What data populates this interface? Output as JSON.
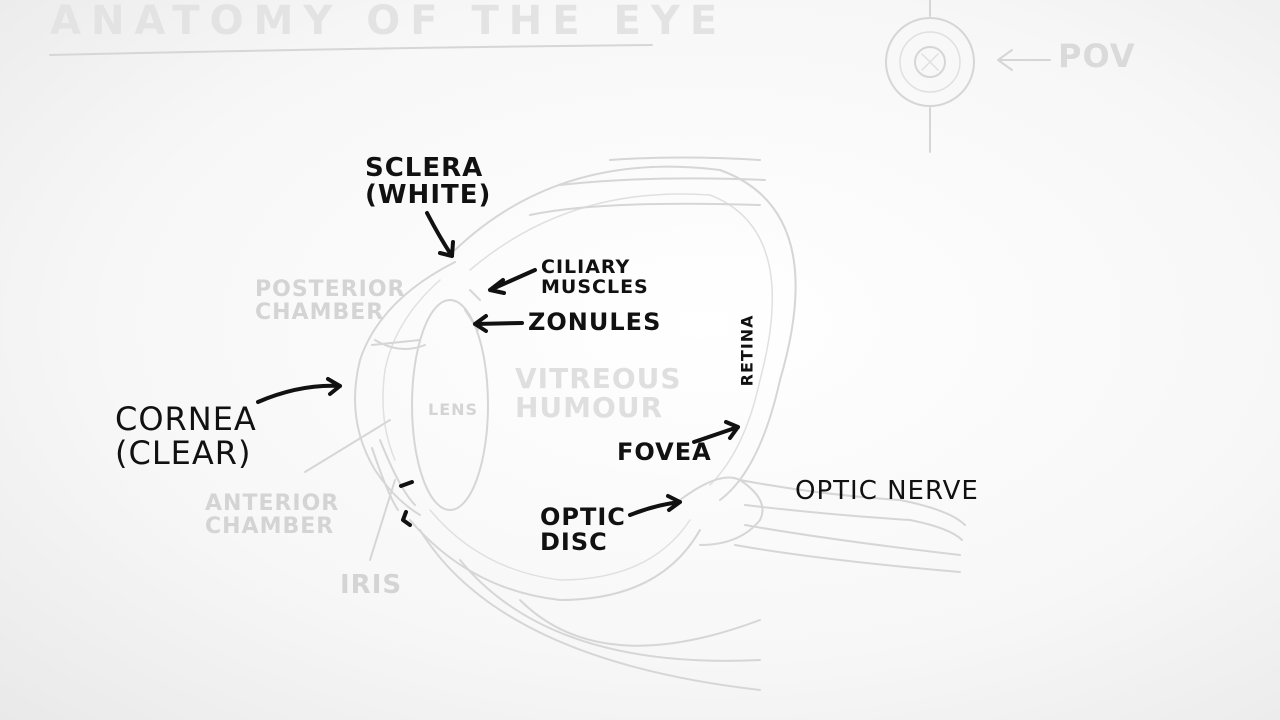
{
  "title": "ANATOMY OF THE EYE",
  "pov_label": "POV",
  "labels": {
    "sclera": "SCLERA\n(WHITE)",
    "ciliary_muscles": "CILIARY\nMUSCLES",
    "zonules": "ZONULES",
    "cornea": "CORNEA\n(CLEAR)",
    "retina": "RETINA",
    "fovea": "FOVEA",
    "optic_disc": "OPTIC\nDISC",
    "optic_nerve": "OPTIC NERVE",
    "posterior_chamber": "POSTERIOR\nCHAMBER",
    "anterior_chamber": "ANTERIOR\nCHAMBER",
    "iris": "IRIS",
    "lens": "LENS",
    "vitreous_humour": "VITREOUS\nHUMOUR"
  },
  "colors": {
    "ink": "#111111",
    "faint": "#d6d6d6",
    "paper": "#ffffff"
  }
}
